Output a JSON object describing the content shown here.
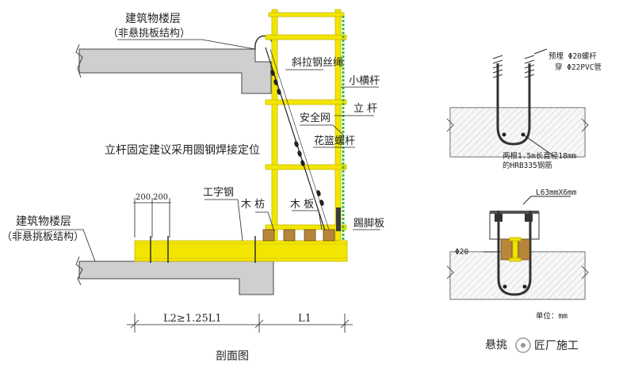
{
  "section": {
    "upper_floor_label": "建筑物楼层",
    "upper_floor_sub": "（非悬挑板结构）",
    "lower_floor_label": "建筑物楼层",
    "lower_floor_sub": "（非悬挑板结构）",
    "diag_rope": "斜拉钢丝绳",
    "small_bar": "小横杆",
    "safety_net": "安全网",
    "upright": "立 杆",
    "turnbuckle": "花篮螺杆",
    "note": "立杆固定建议采用圆钢焊接定位",
    "dim_a": "200",
    "dim_b": "200",
    "i_beam": "工字钢",
    "timber": "木 枋",
    "plank": "木 板",
    "toe_board": "踢脚板",
    "len_l2": "L2≥1.25L1",
    "len_l1": "L1",
    "caption": "剖面图"
  },
  "detail_top": {
    "bolt_line1": "预埋 Φ20螺杆",
    "bolt_line2": "穿 Φ22PVC管",
    "rebar_line1": "两根1.5m长直径18mm",
    "rebar_line2": "的HRB335钢筋"
  },
  "detail_bottom": {
    "angle": "L63mmX6mm",
    "phi": "Φ20",
    "unit": "单位：mm"
  },
  "footer": {
    "title": "悬挑",
    "watermark": "匠厂施工"
  },
  "colors": {
    "steel": "#f2e600",
    "steel_dark": "#c8b800",
    "concrete": "#cfcfcf",
    "net": "#3dbb3d",
    "timber": "#b8863b"
  }
}
